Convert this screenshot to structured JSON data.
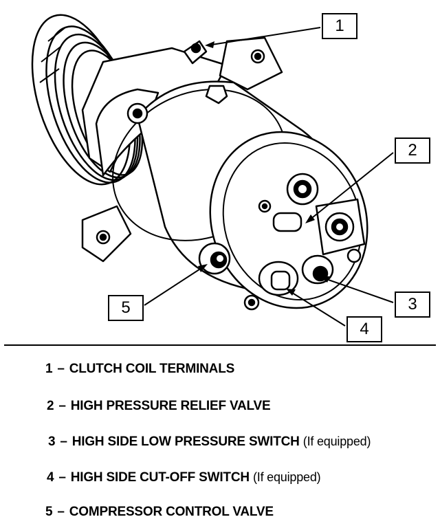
{
  "callouts": [
    {
      "number": "1"
    },
    {
      "number": "2"
    },
    {
      "number": "3"
    },
    {
      "number": "4"
    },
    {
      "number": "5"
    }
  ],
  "legend": {
    "separator": "–",
    "items": [
      {
        "number": "1",
        "label": "CLUTCH COIL TERMINALS",
        "note": ""
      },
      {
        "number": "2",
        "label": "HIGH PRESSURE RELIEF VALVE",
        "note": ""
      },
      {
        "number": "3",
        "label": "HIGH SIDE LOW PRESSURE SWITCH",
        "note": "(If equipped)"
      },
      {
        "number": "4",
        "label": "HIGH SIDE CUT-OFF SWITCH",
        "note": "(If equipped)"
      },
      {
        "number": "5",
        "label": "COMPRESSOR CONTROL VALVE",
        "note": ""
      }
    ]
  }
}
